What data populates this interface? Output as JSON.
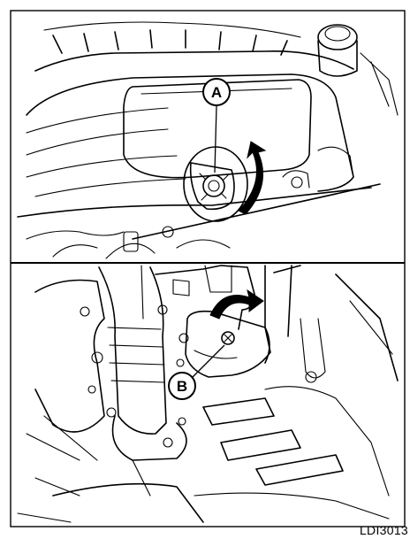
{
  "callouts": {
    "upper": "A",
    "lower": "B"
  },
  "figure_code": "LDI3013"
}
